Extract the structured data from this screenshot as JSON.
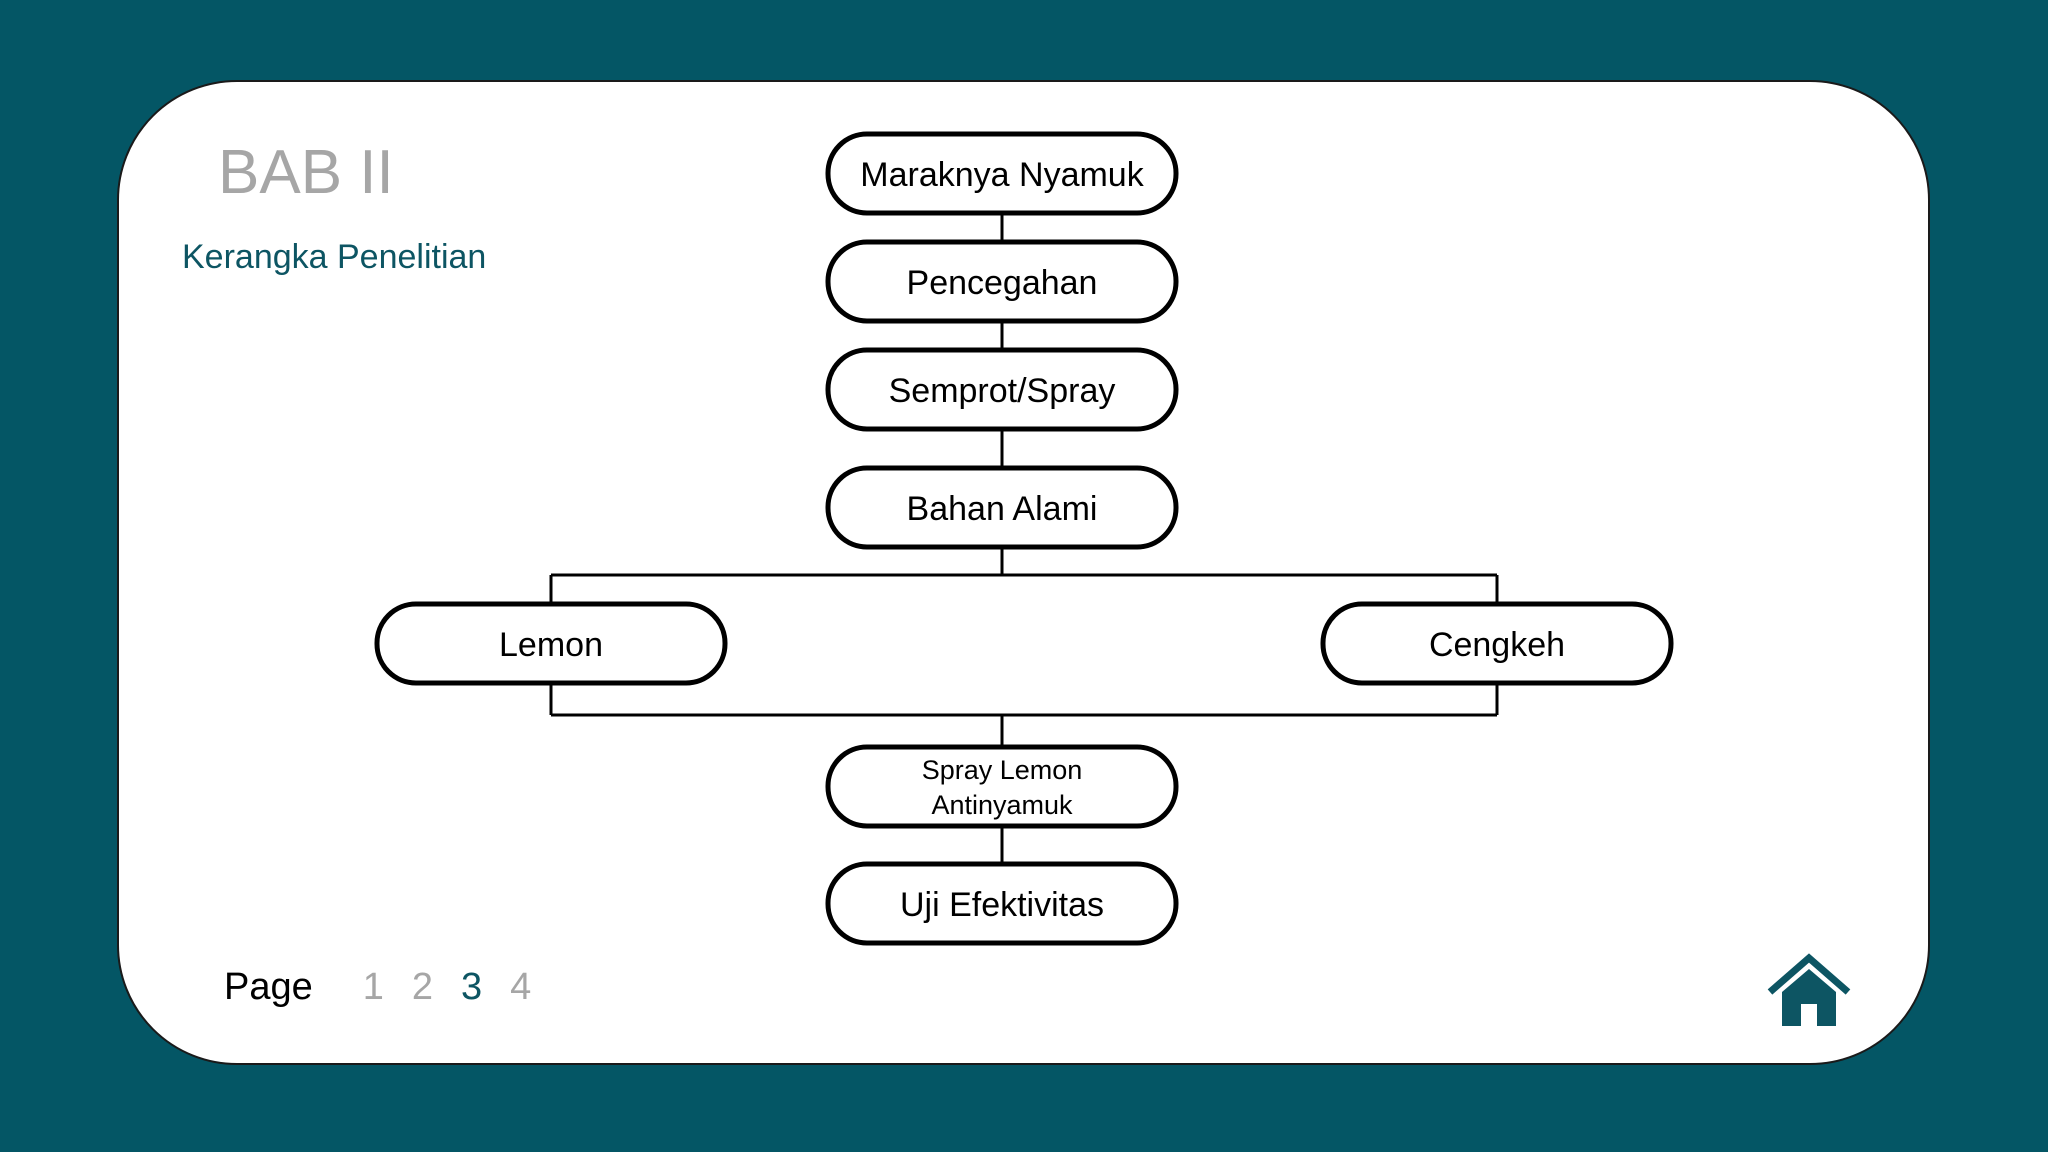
{
  "slide": {
    "chapter_title": "BAB II",
    "subtitle": "Kerangka Penelitian"
  },
  "diagram": {
    "nodes": {
      "n1": "Maraknya Nyamuk",
      "n2": "Pencegahan",
      "n3": "Semprot/Spray",
      "n4": "Bahan Alami",
      "n5": "Lemon",
      "n6": "Cengkeh",
      "n7_line1": "Spray Lemon",
      "n7_line2": "Antinyamuk",
      "n8": "Uji Efektivitas"
    }
  },
  "pager": {
    "label": "Page",
    "pages": [
      "1",
      "2",
      "3",
      "4"
    ],
    "current": "3"
  },
  "colors": {
    "background": "#045665",
    "accent": "#0d5563",
    "muted": "#a6a6a6"
  },
  "icons": {
    "home": "home-icon"
  }
}
